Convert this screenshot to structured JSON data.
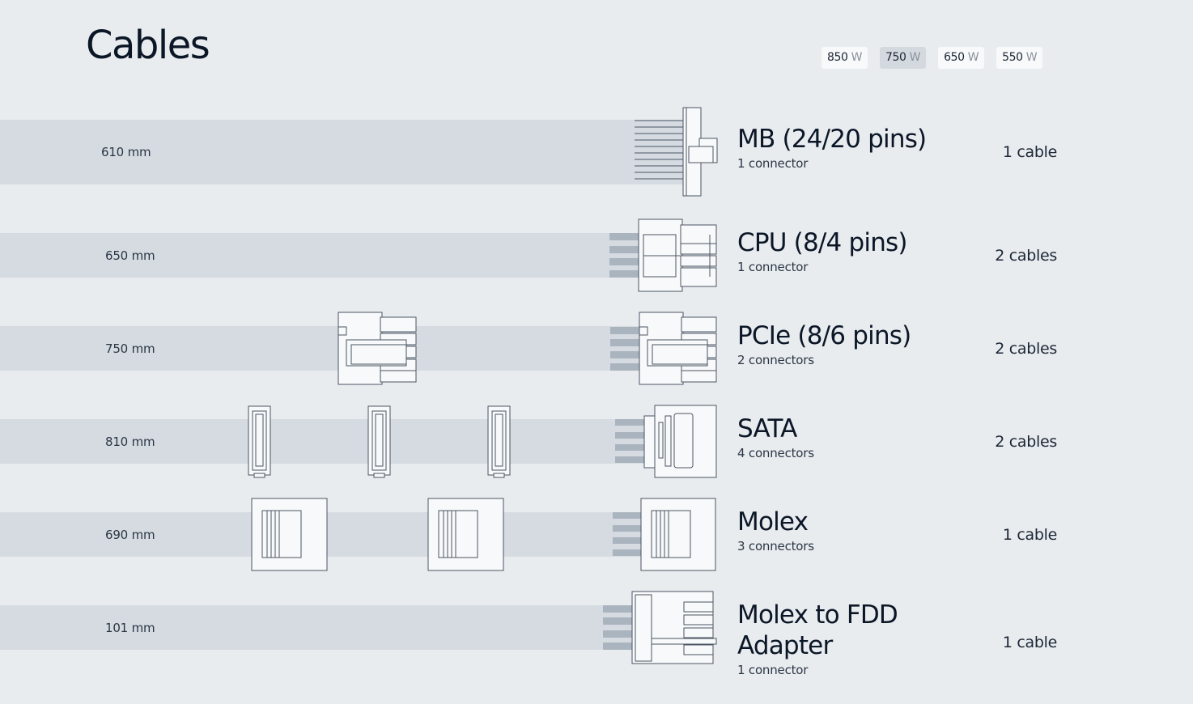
{
  "page": {
    "title": "Cables"
  },
  "wattage": {
    "options": [
      {
        "value": "850",
        "unit": "W",
        "active": false
      },
      {
        "value": "750",
        "unit": "W",
        "active": true
      },
      {
        "value": "650",
        "unit": "W",
        "active": false
      },
      {
        "value": "550",
        "unit": "W",
        "active": false
      }
    ]
  },
  "cables": [
    {
      "name": "MB (24/20 pins)",
      "connectors": "1 connector",
      "count": "1 cable",
      "length": "610 mm",
      "connector_type": "mb"
    },
    {
      "name": "CPU (8/4 pins)",
      "connectors": "1 connector",
      "count": "2 cables",
      "length": "650 mm",
      "connector_type": "cpu"
    },
    {
      "name": "PCIe (8/6 pins)",
      "connectors": "2 connectors",
      "count": "2 cables",
      "length": "750 mm",
      "connector_type": "pcie"
    },
    {
      "name": "SATA",
      "connectors": "4 connectors",
      "count": "2 cables",
      "length": "810 mm",
      "connector_type": "sata"
    },
    {
      "name": "Molex",
      "connectors": "3 connectors",
      "count": "1 cable",
      "length": "690 mm",
      "connector_type": "molex"
    },
    {
      "name": "Molex to FDD Adapter",
      "connectors": "1 connector",
      "count": "1 cable",
      "length": "101 mm",
      "connector_type": "fdd"
    }
  ]
}
